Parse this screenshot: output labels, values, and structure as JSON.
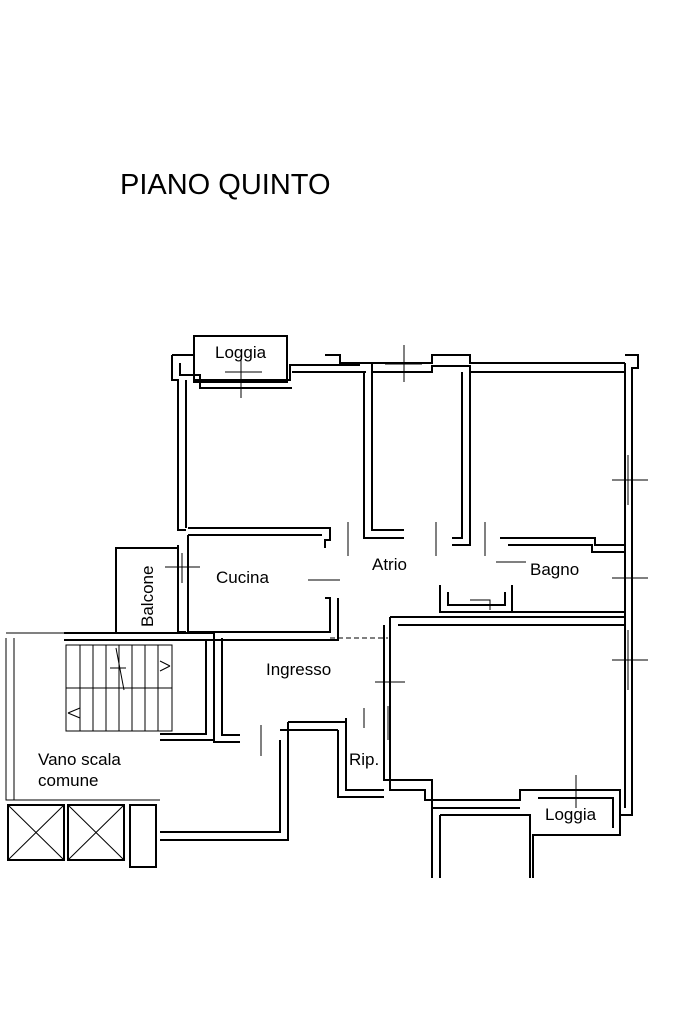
{
  "plan": {
    "title": "PIANO QUINTO",
    "rooms": {
      "loggia_top": "Loggia",
      "atrio": "Atrio",
      "cucina": "Cucina",
      "bagno": "Bagno",
      "balcone": "Balcone",
      "ingresso": "Ingresso",
      "vano_scala_line1": "Vano scala",
      "vano_scala_line2": "comune",
      "ripostiglio": "Rip.",
      "loggia_bottom": "Loggia"
    }
  }
}
